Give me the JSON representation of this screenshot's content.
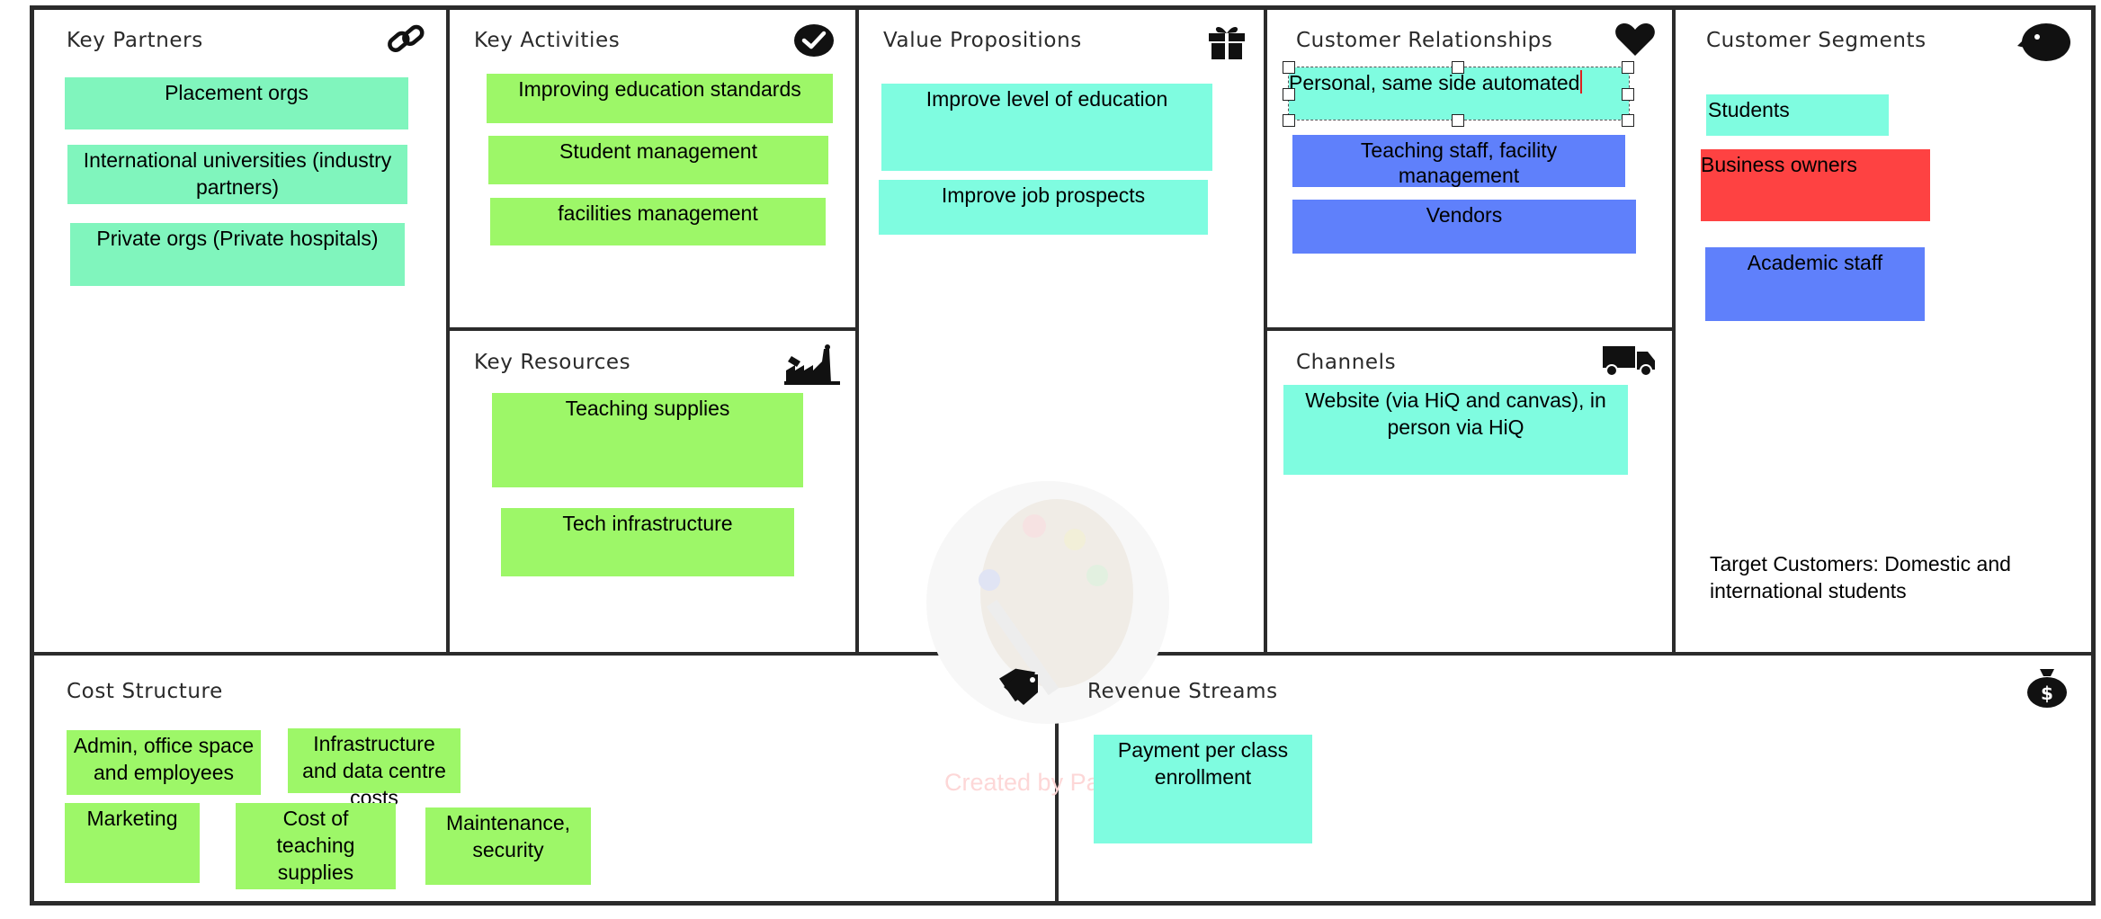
{
  "sections": {
    "key_partners": {
      "title": "Key Partners",
      "icon": "link-icon",
      "notes": [
        "Placement orgs",
        "International universities (industry partners)",
        "Private orgs (Private hospitals)"
      ]
    },
    "key_activities": {
      "title": "Key Activities",
      "icon": "check-circle-icon",
      "notes": [
        "Improving education standards",
        "Student management",
        "facilities management"
      ]
    },
    "key_resources": {
      "title": "Key Resources",
      "icon": "factory-icon",
      "notes": [
        "Teaching supplies",
        "Tech infrastructure"
      ]
    },
    "value_propositions": {
      "title": "Value Propositions",
      "icon": "gift-icon",
      "notes": [
        "Improve level of education",
        "Improve job prospects"
      ]
    },
    "customer_relationships": {
      "title": "Customer Relationships",
      "icon": "heart-icon",
      "notes": [
        "Personal, same side automated",
        "Teaching staff, facility management",
        "Vendors"
      ]
    },
    "channels": {
      "title": "Channels",
      "icon": "truck-icon",
      "notes": [
        "Website (via HiQ and canvas), in person via HiQ"
      ]
    },
    "customer_segments": {
      "title": "Customer Segments",
      "icon": "face-icon",
      "notes": [
        "Students",
        "Business owners",
        "Academic staff"
      ],
      "text": "Target Customers: Domestic and international students"
    },
    "cost_structure": {
      "title": "Cost Structure",
      "icon": "tag-icon",
      "notes": [
        "Admin, office space and employees",
        "Infrastructure and data centre costs",
        "Marketing",
        "Cost of teaching supplies",
        "Maintenance, security"
      ]
    },
    "revenue_streams": {
      "title": "Revenue Streams",
      "icon": "money-bag-icon",
      "notes": [
        "Payment per class enrollment"
      ]
    }
  },
  "watermark": "Created by Paint S",
  "colors": {
    "green_note": "#9df768",
    "mint_note": "#80f5bd",
    "teal_note": "#7ffce0",
    "blue_note": "#5f80fb",
    "red_note": "#fe4242",
    "grid_line": "#2b2b2b"
  }
}
